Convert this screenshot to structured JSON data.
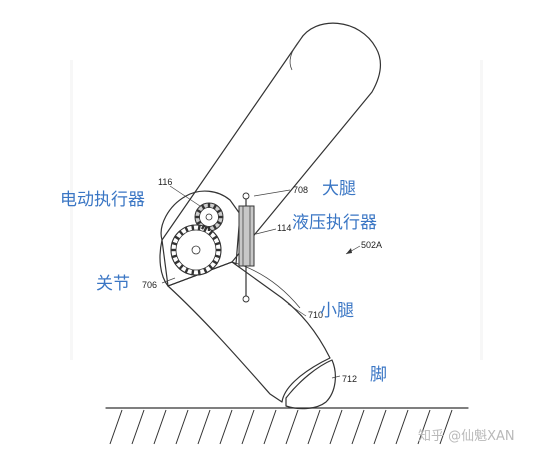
{
  "labels_cn": {
    "electric_actuator": "电动执行器",
    "thigh": "大腿",
    "hydraulic_actuator": "液压执行器",
    "joint": "关节",
    "shank": "小腿",
    "foot": "脚"
  },
  "reference_numbers": {
    "electric_actuator": "116",
    "thigh": "708",
    "hydraulic_actuator": "114",
    "assembly": "502A",
    "joint": "706",
    "shank": "710",
    "foot": "712"
  },
  "watermark": "知乎 @仙魁XAN",
  "colors": {
    "label_blue": "#3a76c4",
    "line": "#333333",
    "watermark": "#b9b9b9"
  }
}
